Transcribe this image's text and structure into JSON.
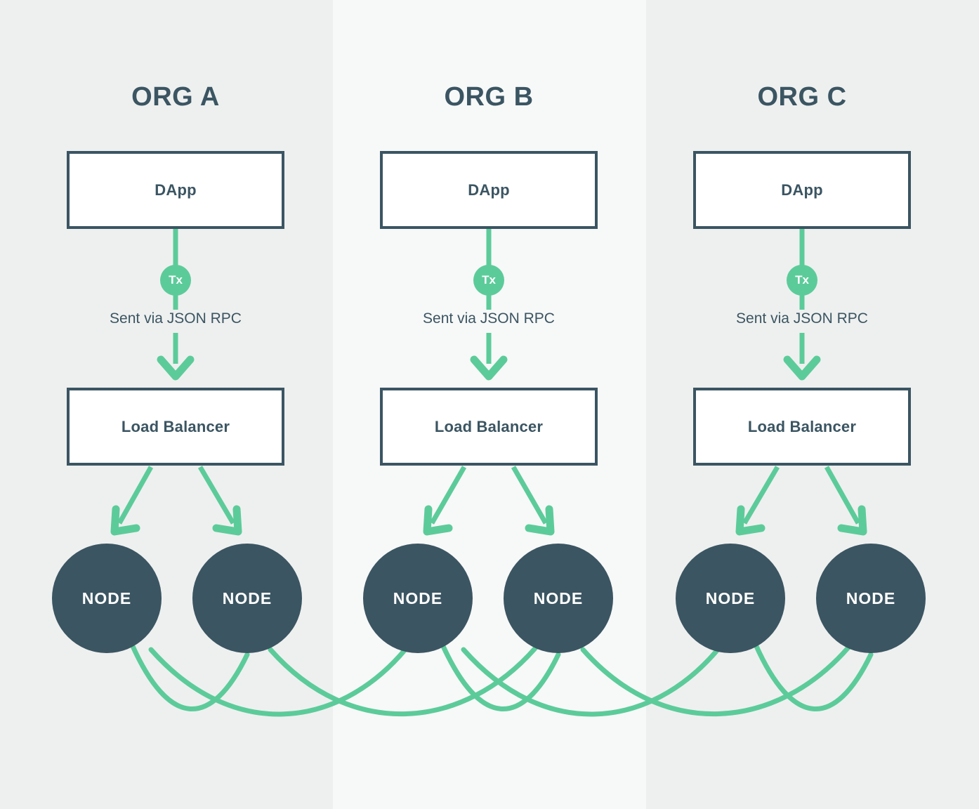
{
  "diagram": {
    "title_implicit": "Multi-organization blockchain node topology",
    "colors": {
      "accent_green": "#5ccb9a",
      "node_dark": "#3b5562",
      "column_bg_outer": "#eef0ef",
      "column_bg_inner": "#f7f8f8",
      "box_fill": "#ffffff",
      "box_border": "#3b5562",
      "text_dark": "#3b5562",
      "text_light": "#ffffff"
    },
    "columns": [
      {
        "id": "a",
        "title": "ORG A",
        "dapp_label": "DApp",
        "tx_label": "Tx",
        "rpc_label": "Sent via JSON RPC",
        "load_balancer_label": "Load Balancer",
        "nodes": [
          "NODE",
          "NODE"
        ]
      },
      {
        "id": "b",
        "title": "ORG B",
        "dapp_label": "DApp",
        "tx_label": "Tx",
        "rpc_label": "Sent via JSON RPC",
        "load_balancer_label": "Load Balancer",
        "nodes": [
          "NODE",
          "NODE"
        ]
      },
      {
        "id": "c",
        "title": "ORG C",
        "dapp_label": "DApp",
        "tx_label": "Tx",
        "rpc_label": "Sent via JSON RPC",
        "load_balancer_label": "Load Balancer",
        "nodes": [
          "NODE",
          "NODE"
        ]
      }
    ],
    "icons": {
      "down_arrow": "down-arrow-icon",
      "fork_arrow": "fork-arrow-icon",
      "mesh_link": "mesh-link-curve-icon"
    }
  }
}
